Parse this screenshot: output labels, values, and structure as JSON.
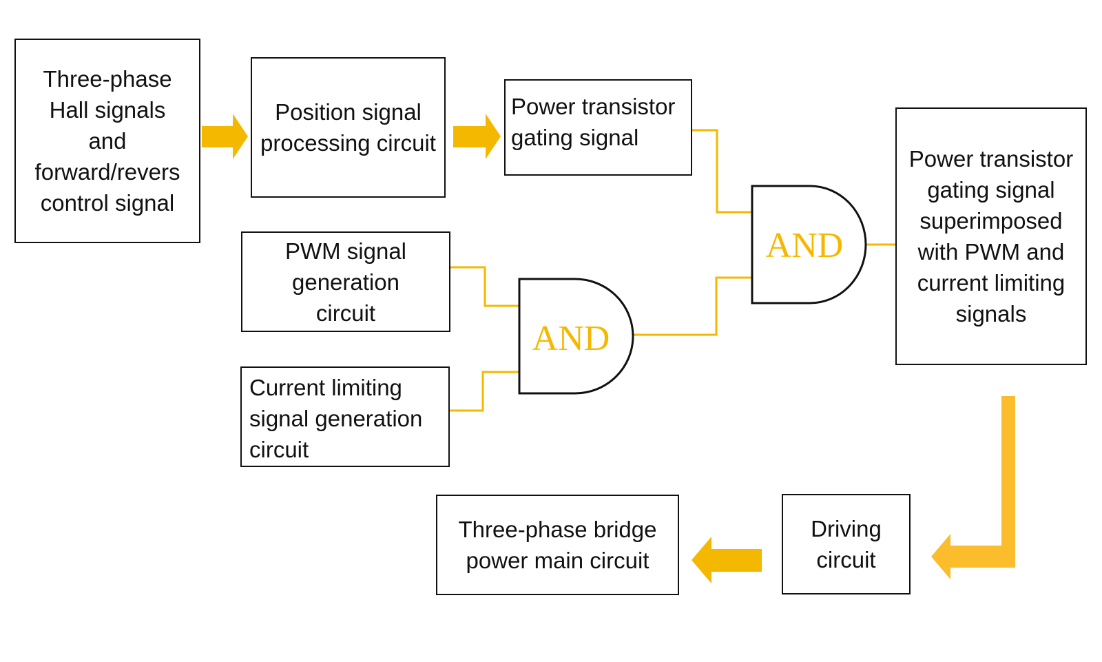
{
  "colors": {
    "accent": "#f5b800",
    "big_arrow": "#fbbd2b",
    "border": "#111111"
  },
  "boxes": {
    "hall": "Three-phase\nHall signals\nand\nforward/revers\ncontrol signal",
    "position": "Position signal\nprocessing circuit",
    "gating": "Power transistor\ngating signal",
    "pwm": "PWM signal\ngeneration\ncircuit",
    "current": "Current limiting\nsignal generation\ncircuit",
    "superimposed": "Power transistor\ngating signal\nsuperimposed\nwith PWM and\ncurrent limiting\nsignals",
    "driving": "Driving\ncircuit",
    "bridge": "Three-phase bridge\npower main circuit"
  },
  "gates": {
    "gate1": "AND",
    "gate2": "AND"
  }
}
